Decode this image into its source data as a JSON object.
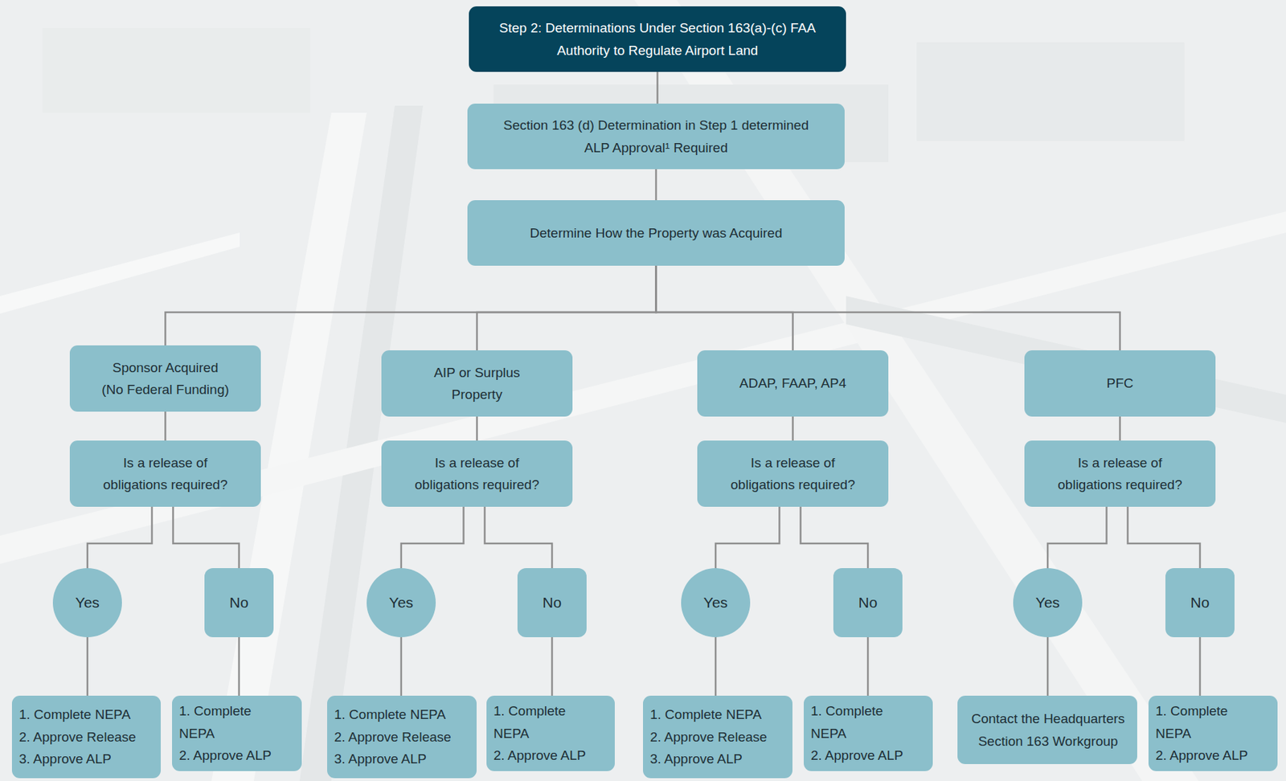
{
  "diagram": {
    "nodes": [
      {
        "text": [
          "Step 2: Determinations Under Section 163(a)-(c) FAA Authority to Regulate Airport Land"
        ]
      },
      {
        "text": [
          "Section 163 (d) Determination in Step 1 determined ALP Approval¹ Required"
        ]
      },
      {
        "text": [
          "Determine How the Property was Acquired"
        ]
      },
      {
        "text": [
          "Sponsor Acquired (No Federal Funding)"
        ]
      },
      {
        "text": [
          "AIP or Surplus Property"
        ]
      },
      {
        "text": [
          "ADAP, FAAP, AP4"
        ]
      },
      {
        "text": [
          "PFC"
        ]
      },
      {
        "text": [
          "Is a release of obligations required?"
        ]
      },
      {
        "text": [
          "Is a release of obligations required?"
        ]
      },
      {
        "text": [
          "Is a release of obligations required?"
        ]
      },
      {
        "text": [
          "Is a release of obligations required?"
        ]
      },
      {
        "text": [
          "Yes"
        ]
      },
      {
        "text": [
          "No"
        ]
      },
      {
        "text": [
          "Yes"
        ]
      },
      {
        "text": [
          "No"
        ]
      },
      {
        "text": [
          "Yes"
        ]
      },
      {
        "text": [
          "No"
        ]
      },
      {
        "text": [
          "Yes"
        ]
      },
      {
        "text": [
          "No"
        ]
      },
      {
        "text": [
          "1. Complete NEPA",
          "2. Approve Release",
          "3. Approve ALP"
        ]
      },
      {
        "text": [
          "1. Complete NEPA",
          "2. Approve ALP"
        ]
      },
      {
        "text": [
          "1. Complete NEPA",
          "2. Approve Release",
          "3. Approve ALP"
        ]
      },
      {
        "text": [
          "1. Complete NEPA",
          "2. Approve ALP"
        ]
      },
      {
        "text": [
          "1. Complete NEPA",
          "2. Approve Release",
          "3. Approve ALP"
        ]
      },
      {
        "text": [
          "1. Complete NEPA",
          "2. Approve ALP"
        ]
      },
      {
        "text": [
          "Contact the Headquarters Section 163 Workgroup"
        ]
      },
      {
        "text": [
          "1. Complete NEPA",
          "2. Approve ALP"
        ]
      }
    ],
    "edges": [
      {
        "from": 0,
        "to": 1,
        "arrow": "none"
      },
      {
        "from": 1,
        "to": 2,
        "arrow": "none"
      },
      {
        "from": 2,
        "to": 3,
        "arrow": "none"
      },
      {
        "from": 2,
        "to": 4,
        "arrow": "none"
      },
      {
        "from": 2,
        "to": 5,
        "arrow": "none"
      },
      {
        "from": 2,
        "to": 6,
        "arrow": "none"
      },
      {
        "from": 3,
        "to": 7,
        "arrow": "none"
      },
      {
        "from": 4,
        "to": 8,
        "arrow": "none"
      },
      {
        "from": 5,
        "to": 9,
        "arrow": "none"
      },
      {
        "from": 6,
        "to": 10,
        "arrow": "none"
      },
      {
        "from": 7,
        "to": 11,
        "arrow": "none"
      },
      {
        "from": 7,
        "to": 12,
        "arrow": "none"
      },
      {
        "from": 8,
        "to": 13,
        "arrow": "none"
      },
      {
        "from": 8,
        "to": 14,
        "arrow": "none"
      },
      {
        "from": 9,
        "to": 15,
        "arrow": "none"
      },
      {
        "from": 9,
        "to": 16,
        "arrow": "none"
      },
      {
        "from": 10,
        "to": 17,
        "arrow": "none"
      },
      {
        "from": 10,
        "to": 18,
        "arrow": "none"
      },
      {
        "from": 11,
        "to": 19,
        "arrow": "none"
      },
      {
        "from": 12,
        "to": 20,
        "arrow": "none"
      },
      {
        "from": 13,
        "to": 21,
        "arrow": "none"
      },
      {
        "from": 14,
        "to": 22,
        "arrow": "none"
      },
      {
        "from": 15,
        "to": 23,
        "arrow": "none"
      },
      {
        "from": 16,
        "to": 24,
        "arrow": "none"
      },
      {
        "from": 17,
        "to": 25,
        "arrow": "none"
      },
      {
        "from": 18,
        "to": 26,
        "arrow": "none"
      }
    ]
  }
}
